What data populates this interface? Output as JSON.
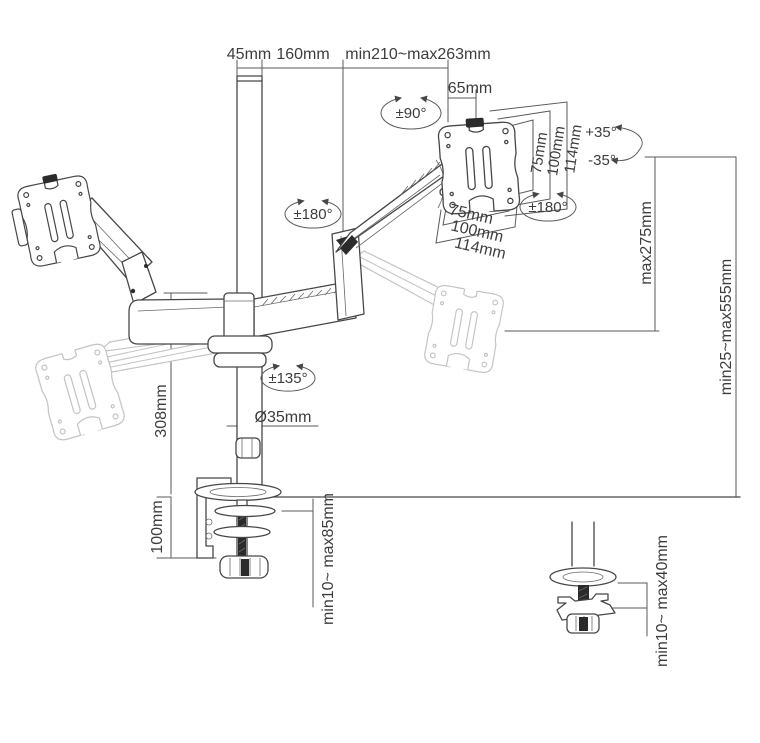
{
  "diagram": {
    "background": "#ffffff",
    "colors": {
      "line": "#474747",
      "dimension_line": "#5a5a5a",
      "ghost_line": "#c4c4c4",
      "text": "#3d3d3d",
      "dark_fill": "#2b2b2b"
    },
    "labels": {
      "width_45": "45mm",
      "width_160": "160mm",
      "width_210_263": "min210~max263mm",
      "width_65": "65mm",
      "angle_90": "±90°",
      "angle_180_arm": "±180°",
      "angle_180_vesa": "±180°",
      "angle_135": "±135°",
      "tilt_plus": "+35°",
      "tilt_minus": "-35°",
      "vesa_side": [
        "75mm",
        "100mm",
        "114mm"
      ],
      "vesa_bottom": [
        "75mm",
        "100mm",
        "114mm"
      ],
      "height_max275": "max275mm",
      "height_25_555": "min25~max555mm",
      "pole_diameter": "Ø35mm",
      "pole_height_308": "308mm",
      "clamp_height_100": "100mm",
      "clamp_range_10_85": "min10~ max85mm",
      "grommet_range_10_40": "min10~ max40mm"
    }
  }
}
